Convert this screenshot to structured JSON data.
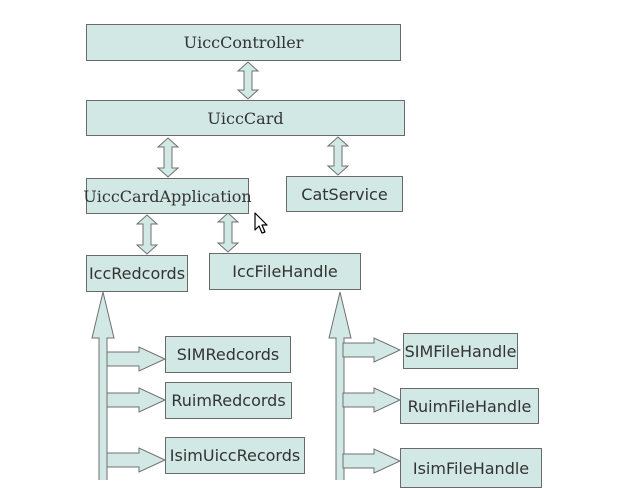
{
  "colors": {
    "box_fill": "#d1e8e4",
    "box_border": "#6a6a6a",
    "arrow_fill": "#d1e8e4",
    "arrow_stroke": "#707070",
    "text": "#333333"
  },
  "diagram": {
    "nodes": {
      "uicc_controller": "UiccController",
      "uicc_card": "UiccCard",
      "uicc_card_application": "UiccCardApplication",
      "cat_service": "CatService",
      "icc_records": "IccRedcords",
      "icc_file_handle": "IccFileHandle",
      "sim_records": "SIMRedcords",
      "ruim_records": "RuimRedcords",
      "isim_uicc_records": "IsimUiccRecords",
      "sim_file_handle": "SIMFileHandle",
      "ruim_file_handle": "RuimFileHandle",
      "isim_file_handle": "IsimFileHandle"
    }
  }
}
